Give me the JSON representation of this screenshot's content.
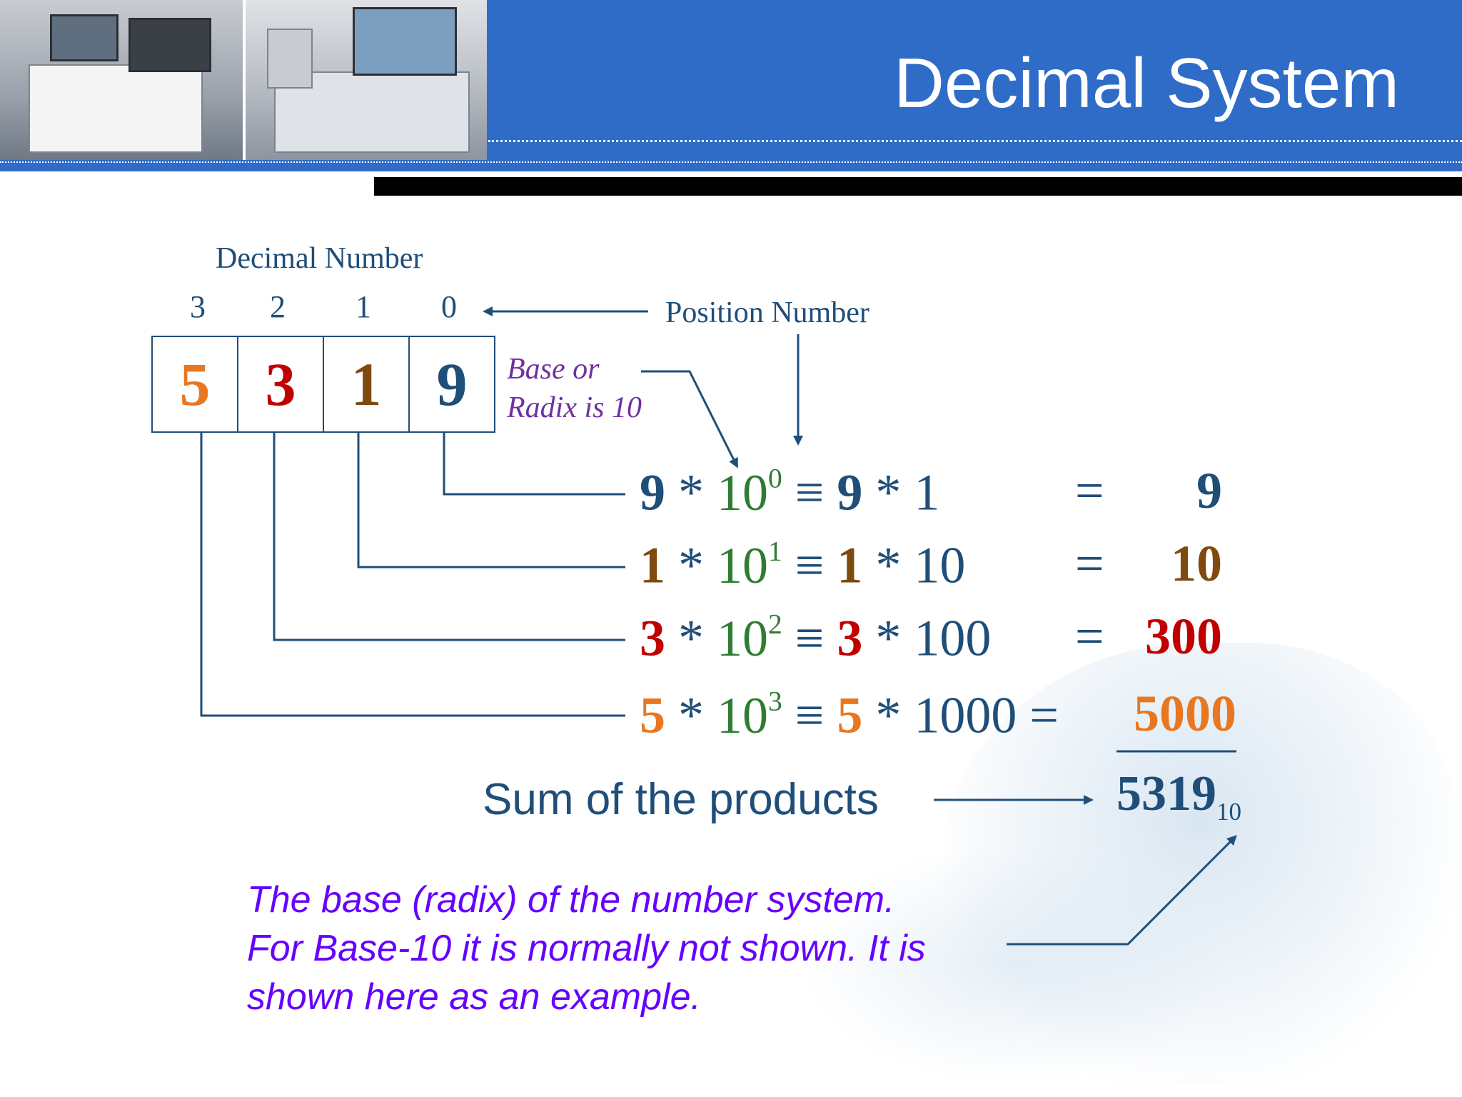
{
  "header": {
    "title": "Decimal System"
  },
  "labels": {
    "decimal_number": "Decimal Number",
    "position_number": "Position Number",
    "base_line1": "Base or",
    "base_line2": "Radix is 10",
    "sum": "Sum of the products"
  },
  "positions": [
    "3",
    "2",
    "1",
    "0"
  ],
  "digits": [
    "5",
    "3",
    "1",
    "9"
  ],
  "colors": {
    "orange": "#e87722",
    "red": "#c00000",
    "brown": "#7f4a0f",
    "blue": "#1f4e79",
    "green": "#2e7d32",
    "purple": "#7030a0",
    "violet": "#6600ff",
    "header": "#2f6cc7"
  },
  "equations": [
    {
      "digit": "9",
      "base": "10",
      "exp": "0",
      "equiv": "≡",
      "mult": "1",
      "eq": "=",
      "result": "9"
    },
    {
      "digit": "1",
      "base": "10",
      "exp": "1",
      "equiv": "≡",
      "mult": "10",
      "eq": "=",
      "result": "10"
    },
    {
      "digit": "3",
      "base": "10",
      "exp": "2",
      "equiv": "≡",
      "mult": "100",
      "eq": "=",
      "result": "300"
    },
    {
      "digit": "5",
      "base": "10",
      "exp": "3",
      "equiv": "≡",
      "mult": "1000",
      "eq": "=",
      "result": "5000"
    }
  ],
  "operator": "*",
  "total": {
    "value": "5319",
    "base": "10"
  },
  "note": {
    "line1": "The base (radix) of the number system.",
    "line2": "For Base-10 it is normally not shown. It is",
    "line3": "shown here as an example."
  }
}
